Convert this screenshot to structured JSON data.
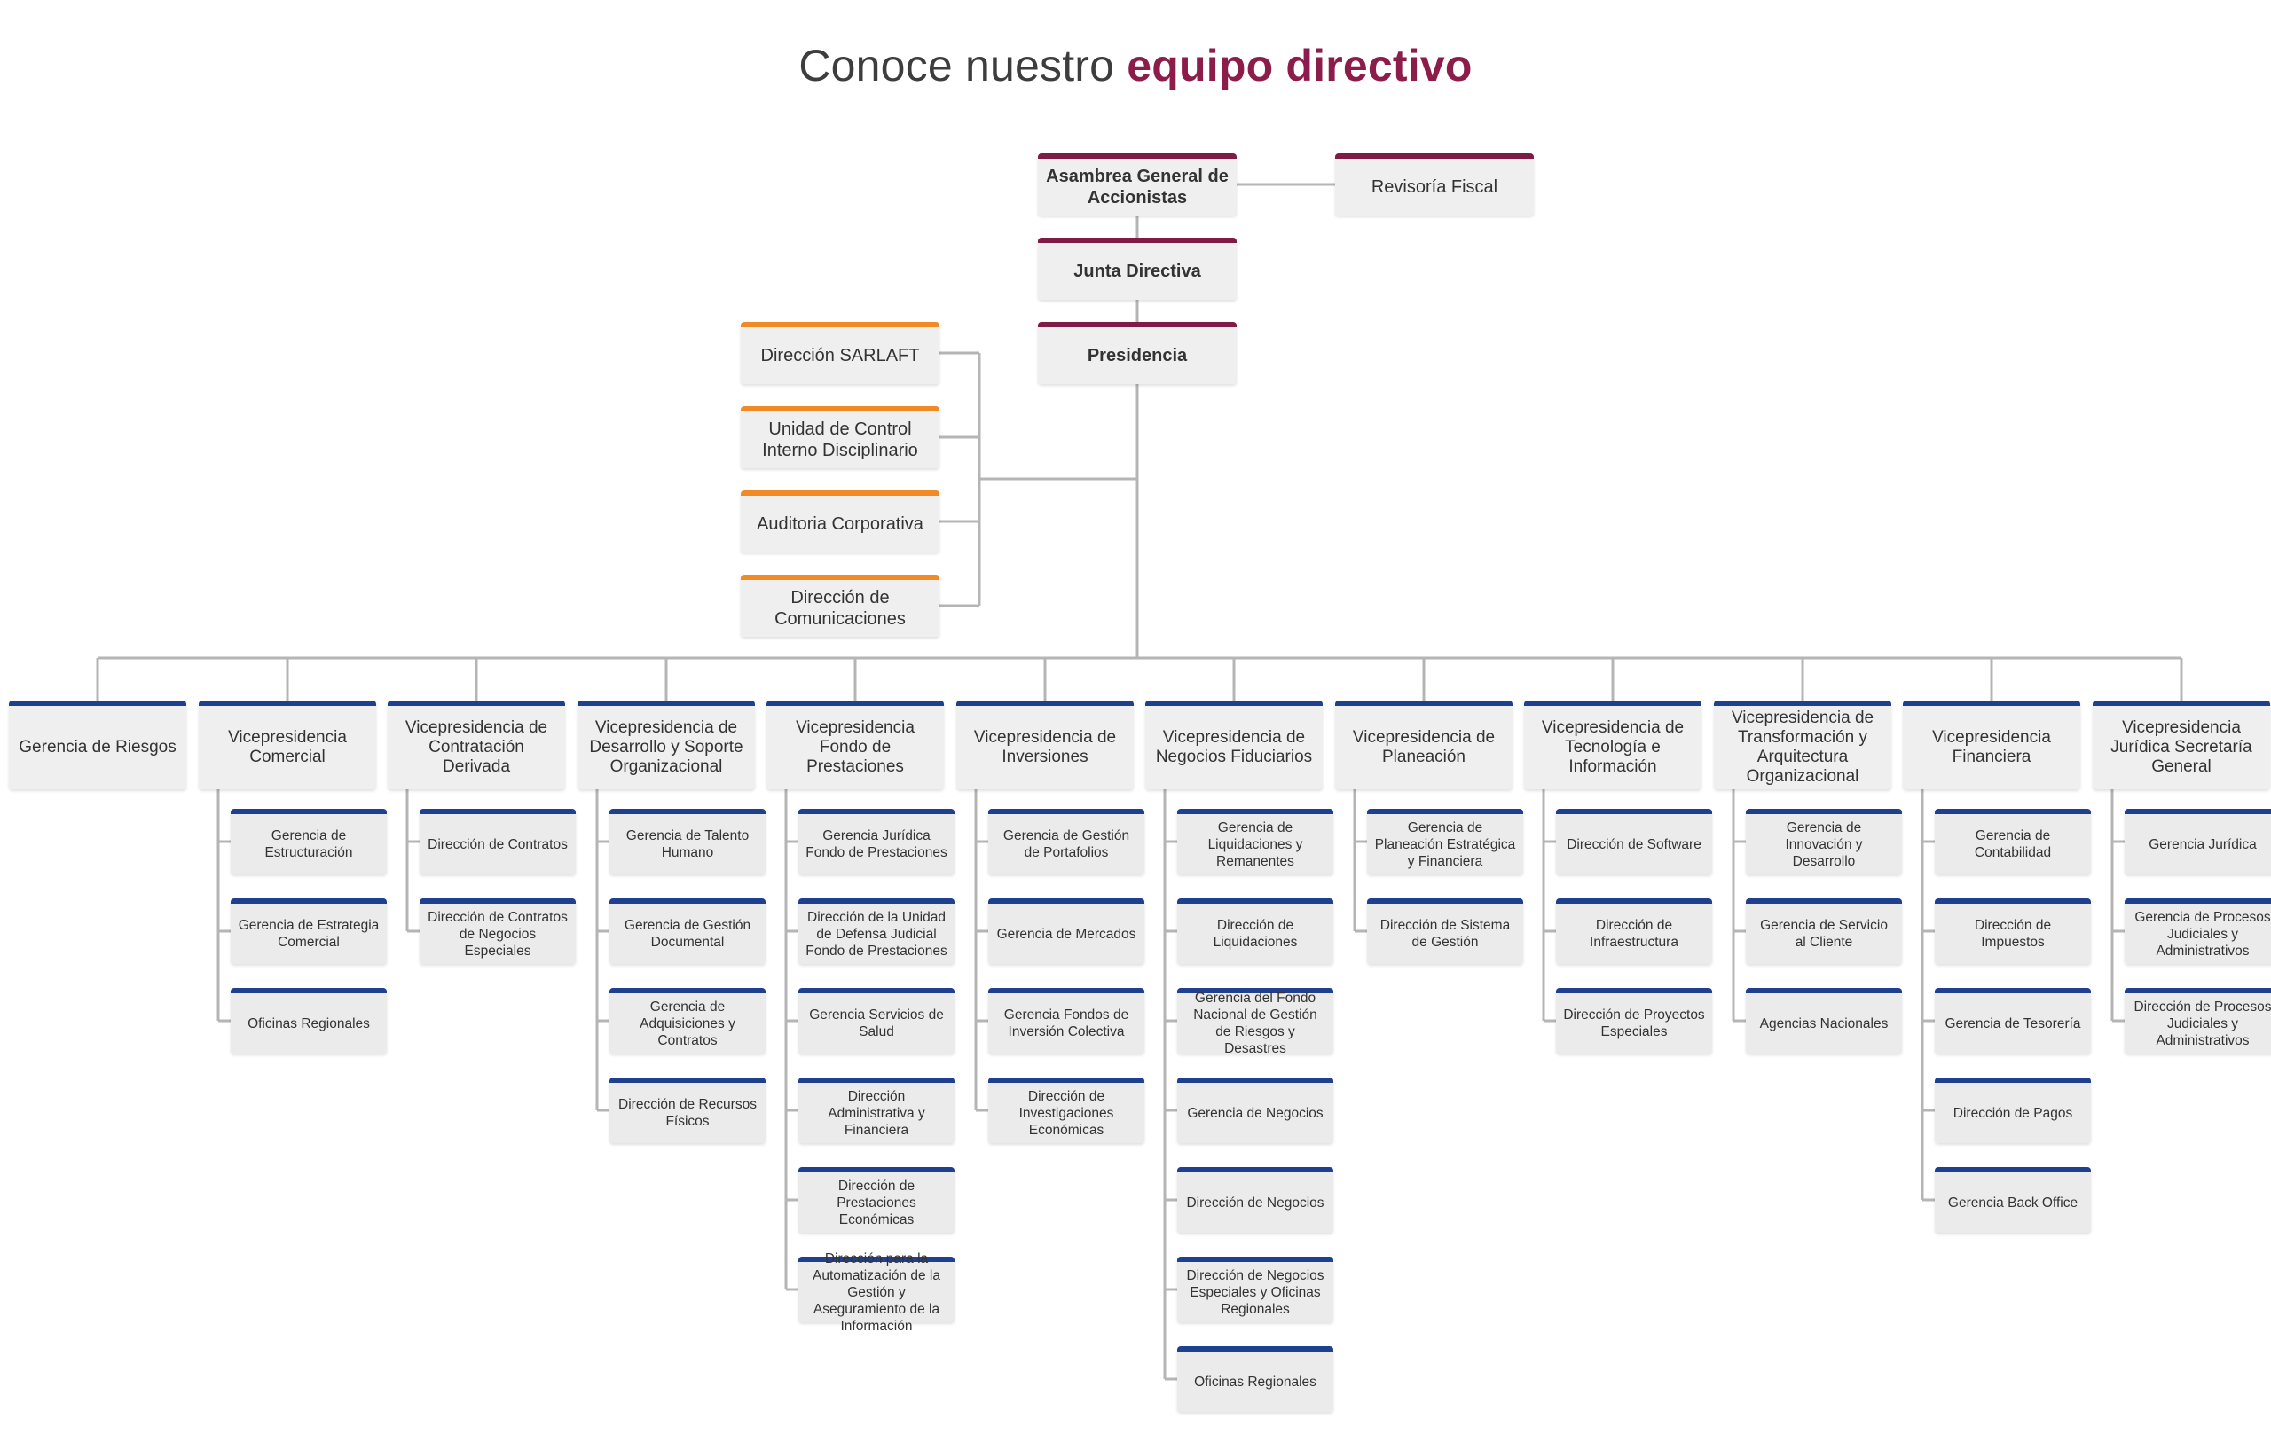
{
  "title": {
    "part1": "Conoce nuestro ",
    "part2": "equipo directivo"
  },
  "governance": {
    "asamblea": "Asambrea General de Accionistas",
    "revisoria": "Revisoría Fiscal",
    "junta": "Junta Directiva",
    "presidencia": "Presidencia"
  },
  "staff": [
    "Dirección SARLAFT",
    "Unidad de Control Interno Disciplinario",
    "Auditoria Corporativa",
    "Dirección de Comunicaciones"
  ],
  "colors": {
    "governance": "#7e1c45",
    "staff": "#ef8a24",
    "units": "#1f3f8f",
    "title_accent": "#8c1d4b",
    "lines": "#b5b5b5"
  },
  "columns": [
    {
      "name": "Gerencia de Riesgos",
      "subs": []
    },
    {
      "name": "Vicepresidencia Comercial",
      "subs": [
        "Gerencia de Estructuración",
        "Gerencia de Estrategia Comercial",
        "Oficinas Regionales"
      ]
    },
    {
      "name": "Vicepresidencia de Contratación Derivada",
      "subs": [
        "Dirección de Contratos",
        "Dirección de Contratos de Negocios Especiales"
      ]
    },
    {
      "name": "Vicepresidencia de Desarrollo y Soporte Organizacional",
      "subs": [
        "Gerencia de Talento Humano",
        "Gerencia de Gestión Documental",
        "Gerencia de Adquisiciones y Contratos",
        "Dirección de Recursos Físicos"
      ]
    },
    {
      "name": "Vicepresidencia Fondo de Prestaciones",
      "subs": [
        "Gerencia Jurídica Fondo de Prestaciones",
        "Dirección de la Unidad de Defensa Judicial Fondo de Prestaciones",
        "Gerencia Servicios de Salud",
        "Dirección Administrativa y Financiera",
        "Dirección de Prestaciones Económicas",
        "Dirección para la Automatización de la Gestión y Aseguramiento de la Información"
      ]
    },
    {
      "name": "Vicepresidencia de Inversiones",
      "subs": [
        "Gerencia de Gestión de Portafolios",
        "Gerencia de Mercados",
        "Gerencia Fondos de Inversión Colectiva",
        "Dirección de Investigaciones Económicas"
      ]
    },
    {
      "name": "Vicepresidencia de Negocios Fiduciarios",
      "subs": [
        "Gerencia de Liquidaciones y Remanentes",
        "Dirección de Liquidaciones",
        "Gerencia del Fondo Nacional de Gestión de Riesgos y Desastres",
        "Gerencia de Negocios",
        "Dirección de Negocios",
        "Dirección de Negocios Especiales y Oficinas Regionales",
        "Oficinas Regionales"
      ]
    },
    {
      "name": "Vicepresidencia de Planeación",
      "subs": [
        "Gerencia de Planeación Estratégica y Financiera",
        "Dirección de Sistema de Gestión"
      ]
    },
    {
      "name": "Vicepresidencia de Tecnología e Información",
      "subs": [
        "Dirección de Software",
        "Dirección de Infraestructura",
        "Dirección de Proyectos Especiales"
      ]
    },
    {
      "name": "Vicepresidencia de Transformación y Arquitectura Organizacional",
      "subs": [
        "Gerencia de Innovación y Desarrollo",
        "Gerencia de Servicio al Cliente",
        "Agencias Nacionales"
      ]
    },
    {
      "name": "Vicepresidencia Financiera",
      "subs": [
        "Gerencia de Contabilidad",
        "Dirección de Impuestos",
        "Gerencia de Tesorería",
        "Dirección de Pagos",
        "Gerencia Back Office"
      ]
    },
    {
      "name": "Vicepresidencia Jurídica Secretaría General",
      "subs": [
        "Gerencia Jurídica",
        "Gerencia de Procesos Judiciales y Administrativos",
        "Dirección de Procesos Judiciales y Administrativos"
      ]
    }
  ]
}
